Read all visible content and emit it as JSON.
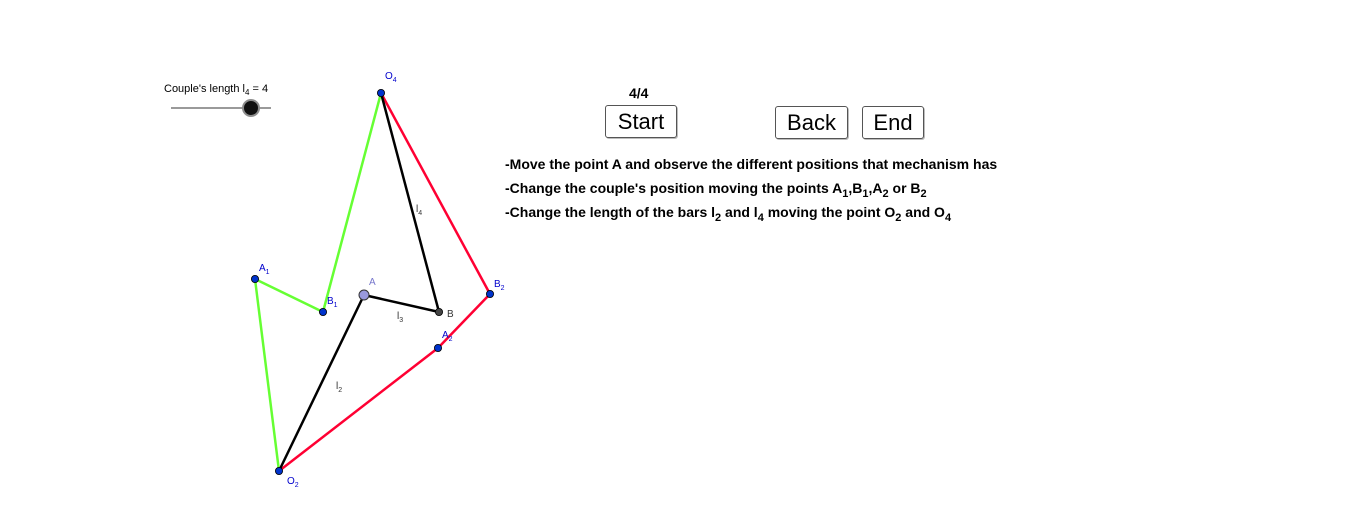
{
  "counter": "4/4",
  "buttons": {
    "start": "Start",
    "back": "Back",
    "end": "End"
  },
  "slider": {
    "label_main": "Couple's length l",
    "label_sub": "4",
    "label_eq": " = 4",
    "value": 4
  },
  "instructions": {
    "line1": "-Move the point A and observe the different positions that mechanism has",
    "line2": {
      "p1": "-Change the couple's position moving the points A",
      "s1": "1",
      "p2": ",B",
      "s2": "1",
      "p3": ",A",
      "s3": "2",
      "p4": " or B",
      "s4": "2"
    },
    "line3": {
      "p1": "-Change the length of the bars l",
      "s1": "2",
      "p2": " and l",
      "s2": "4",
      "p3": " moving the point O",
      "s3": "2",
      "p4": " and O",
      "s4": "4"
    }
  },
  "points": {
    "O4": {
      "main": "O",
      "sub": "4"
    },
    "O2": {
      "main": "O",
      "sub": "2"
    },
    "A1": {
      "main": "A",
      "sub": "1"
    },
    "B1": {
      "main": "B",
      "sub": "1"
    },
    "A2": {
      "main": "A",
      "sub": "2"
    },
    "B2": {
      "main": "B",
      "sub": "2"
    },
    "A": {
      "main": "A"
    },
    "B": {
      "main": "B"
    }
  },
  "bars": {
    "l2": {
      "main": "l",
      "sub": "2"
    },
    "l3": {
      "main": "l",
      "sub": "3"
    },
    "l4": {
      "main": "l",
      "sub": "4"
    }
  },
  "colors": {
    "green": "#66ff33",
    "red": "#ff0033",
    "black": "#000000",
    "point_blue": "#0033cc",
    "label_blue": "#0000cc",
    "pointA": "#9999dd"
  }
}
